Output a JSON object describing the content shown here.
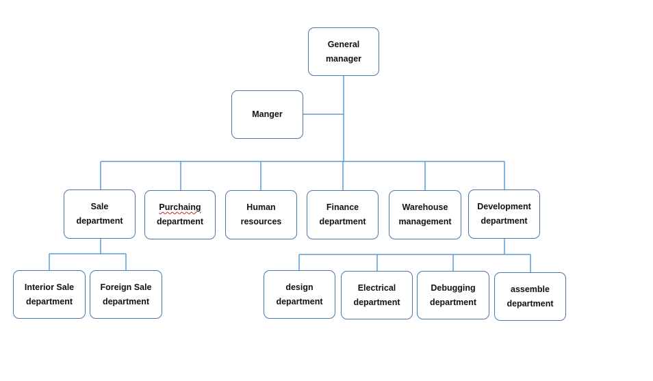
{
  "line_color": "#5b9bd5",
  "box_border_color": "#4a74a8",
  "spellcheck_color": "#cc2222",
  "nodes": {
    "general_manager": {
      "lines": [
        "General",
        "manager"
      ]
    },
    "manager": {
      "lines": [
        "Manger"
      ]
    },
    "sale": {
      "lines": [
        "Sale",
        "department"
      ]
    },
    "purchasing": {
      "lines": [
        "Purchaing",
        "department"
      ]
    },
    "human_resources": {
      "lines": [
        "Human",
        "resources"
      ]
    },
    "finance": {
      "lines": [
        "Finance",
        "department"
      ]
    },
    "warehouse": {
      "lines": [
        "Warehouse",
        "management"
      ]
    },
    "development": {
      "lines": [
        "Development",
        "department"
      ]
    },
    "interior_sale": {
      "lines": [
        "Interior Sale",
        "department"
      ]
    },
    "foreign_sale": {
      "lines": [
        "Foreign Sale",
        "department"
      ]
    },
    "design": {
      "lines": [
        "design",
        "department"
      ]
    },
    "electrical": {
      "lines": [
        "Electrical",
        "department"
      ]
    },
    "debugging": {
      "lines": [
        "Debugging",
        "department"
      ]
    },
    "assemble": {
      "lines": [
        "assemble",
        "department"
      ]
    }
  },
  "edges": [
    [
      "general_manager",
      "manager"
    ],
    [
      "general_manager",
      "sale"
    ],
    [
      "general_manager",
      "purchasing"
    ],
    [
      "general_manager",
      "human_resources"
    ],
    [
      "general_manager",
      "finance"
    ],
    [
      "general_manager",
      "warehouse"
    ],
    [
      "general_manager",
      "development"
    ],
    [
      "sale",
      "interior_sale"
    ],
    [
      "sale",
      "foreign_sale"
    ],
    [
      "development",
      "design"
    ],
    [
      "development",
      "electrical"
    ],
    [
      "development",
      "debugging"
    ],
    [
      "development",
      "assemble"
    ]
  ]
}
